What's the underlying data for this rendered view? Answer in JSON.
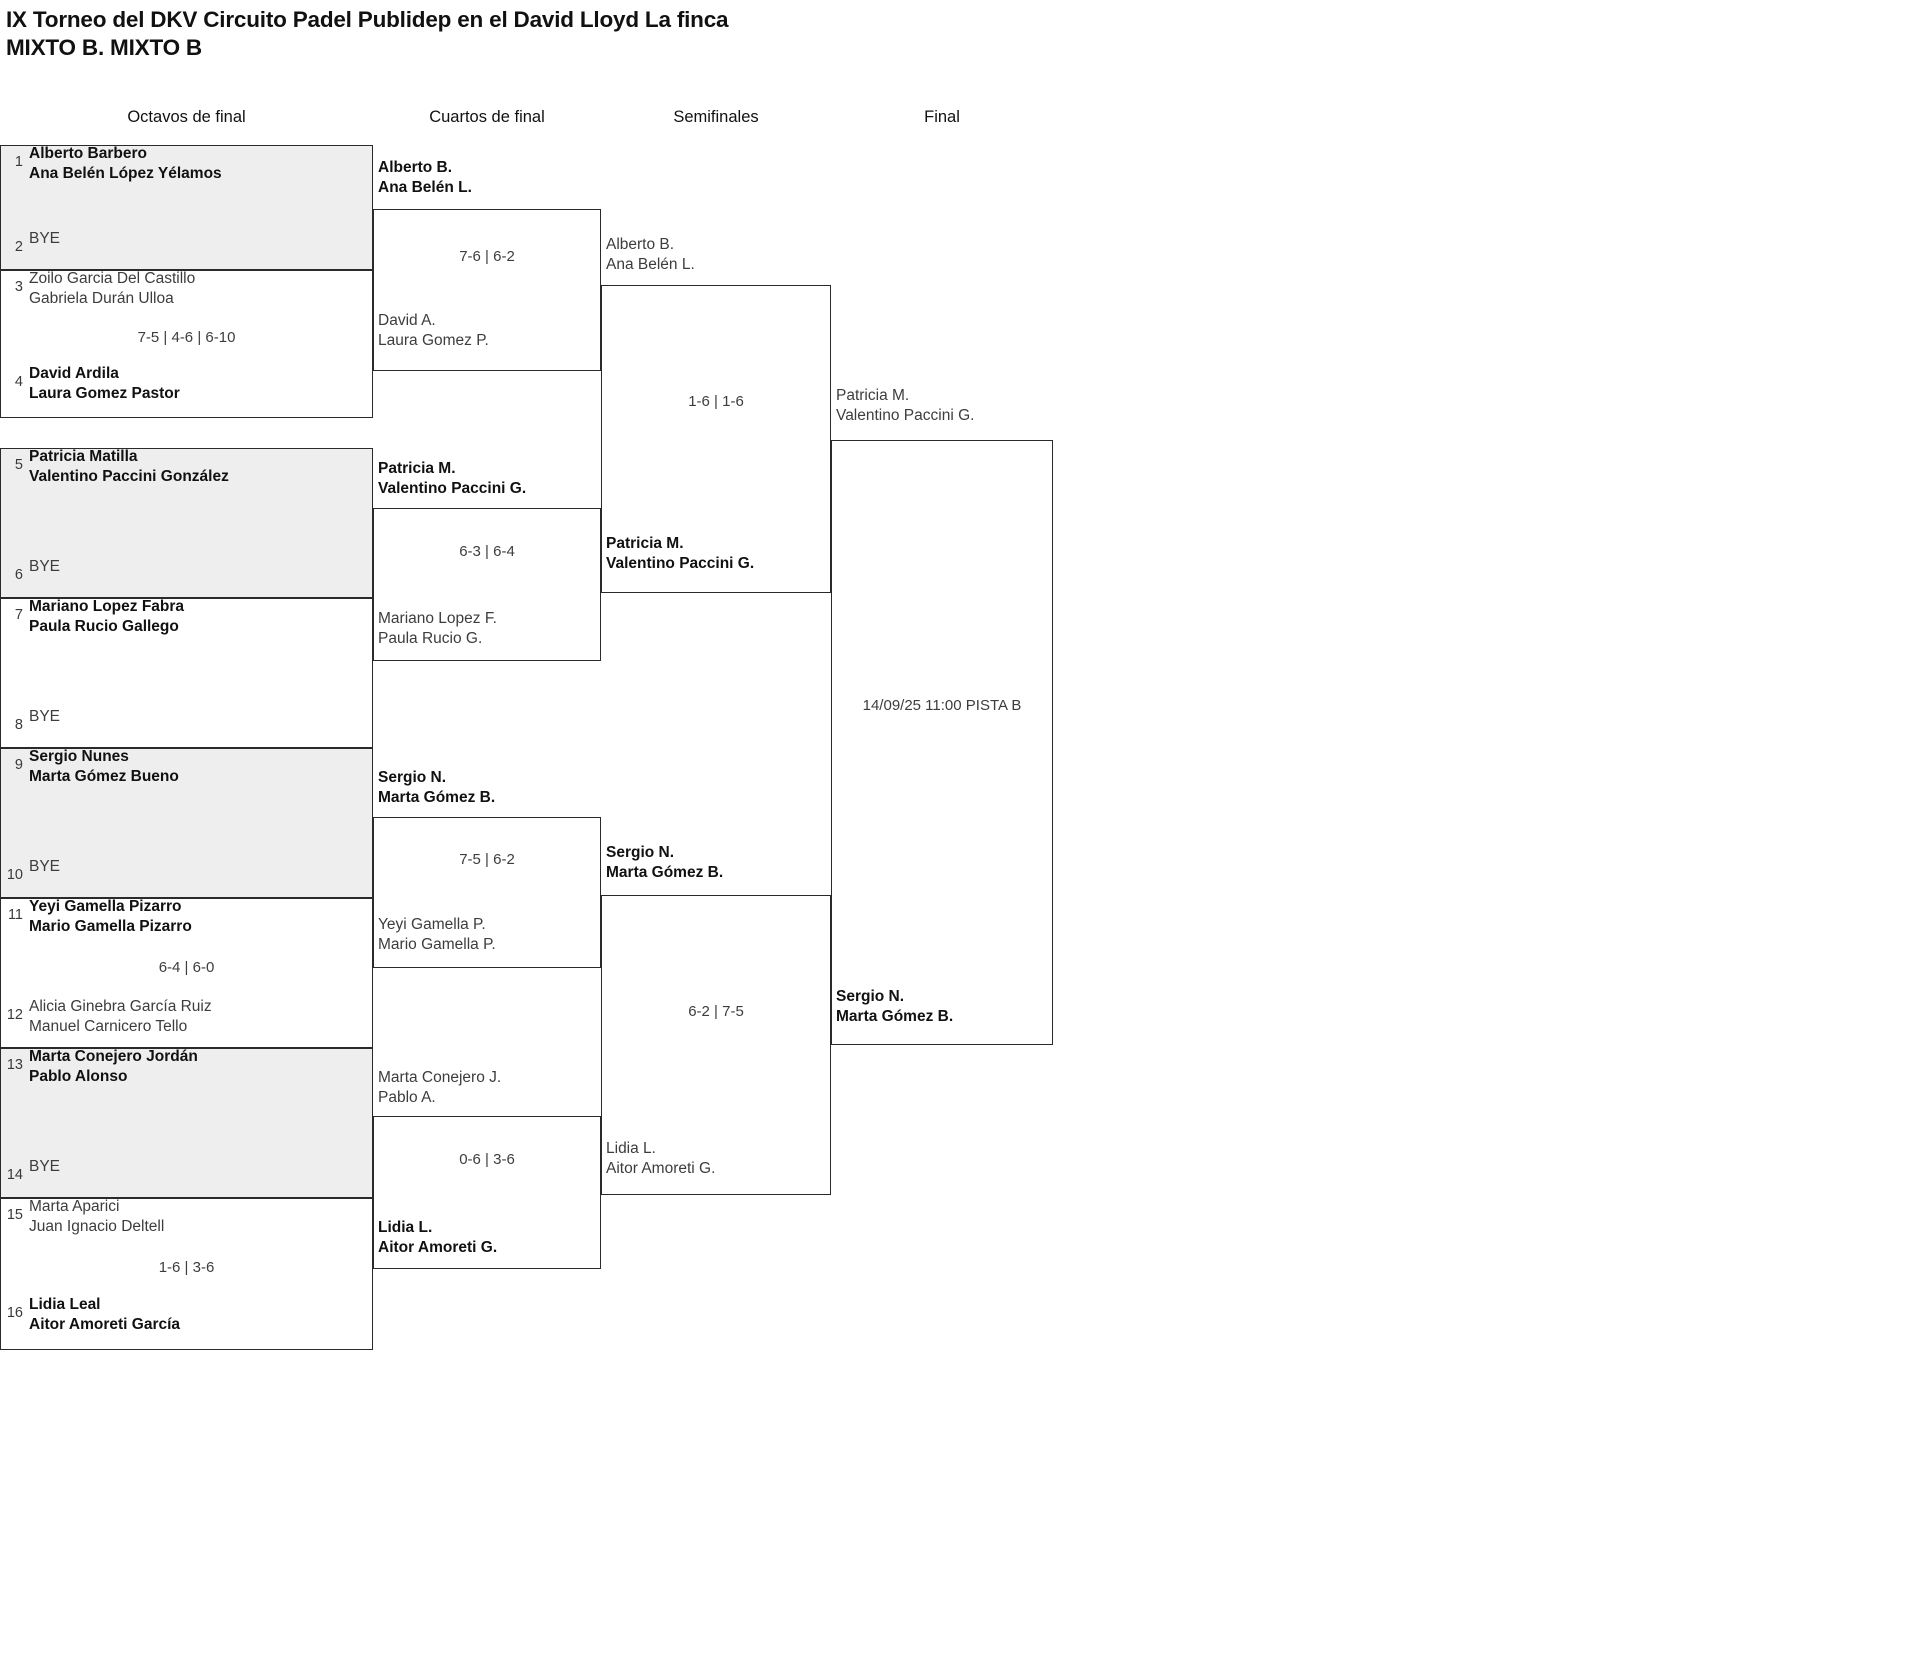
{
  "title": {
    "line1": "IX Torneo del DKV Circuito Padel Publidep en el David Lloyd La finca",
    "line2": "MIXTO B. MIXTO B"
  },
  "rounds": [
    {
      "label": "Octavos de final"
    },
    {
      "label": "Cuartos de final"
    },
    {
      "label": "Semifinales"
    },
    {
      "label": "Final"
    }
  ],
  "bracket_data": {
    "type": "single-elimination",
    "size": 16,
    "round1": {
      "name": "Octavos de final",
      "matches": [
        {
          "shaded": true,
          "top": {
            "seed": "1",
            "players": [
              "Alberto Barbero",
              "Ana Belén López Yélamos"
            ],
            "winner": true,
            "bye": false
          },
          "bottom": {
            "seed": "2",
            "players": [
              "BYE"
            ],
            "winner": false,
            "bye": true
          },
          "score": ""
        },
        {
          "shaded": false,
          "top": {
            "seed": "3",
            "players": [
              "Zoilo Garcia Del Castillo",
              "Gabriela Durán Ulloa"
            ],
            "winner": false,
            "bye": false
          },
          "bottom": {
            "seed": "4",
            "players": [
              "David Ardila",
              "Laura Gomez Pastor"
            ],
            "winner": true,
            "bye": false
          },
          "score": "7-5 | 4-6 | 6-10"
        },
        {
          "shaded": true,
          "top": {
            "seed": "5",
            "players": [
              "Patricia Matilla",
              "Valentino Paccini González"
            ],
            "winner": true,
            "bye": false
          },
          "bottom": {
            "seed": "6",
            "players": [
              "BYE"
            ],
            "winner": false,
            "bye": true
          },
          "score": ""
        },
        {
          "shaded": false,
          "top": {
            "seed": "7",
            "players": [
              "Mariano Lopez Fabra",
              "Paula Rucio Gallego"
            ],
            "winner": true,
            "bye": false
          },
          "bottom": {
            "seed": "8",
            "players": [
              "BYE"
            ],
            "winner": false,
            "bye": true
          },
          "score": ""
        },
        {
          "shaded": true,
          "top": {
            "seed": "9",
            "players": [
              "Sergio Nunes",
              "Marta Gómez Bueno"
            ],
            "winner": true,
            "bye": false
          },
          "bottom": {
            "seed": "10",
            "players": [
              "BYE"
            ],
            "winner": false,
            "bye": true
          },
          "score": ""
        },
        {
          "shaded": false,
          "top": {
            "seed": "11",
            "players": [
              "Yeyi Gamella Pizarro",
              "Mario Gamella Pizarro"
            ],
            "winner": true,
            "bye": false
          },
          "bottom": {
            "seed": "12",
            "players": [
              "Alicia Ginebra García Ruiz",
              "Manuel Carnicero Tello"
            ],
            "winner": false,
            "bye": false
          },
          "score": "6-4 | 6-0"
        },
        {
          "shaded": true,
          "top": {
            "seed": "13",
            "players": [
              "Marta Conejero Jordán",
              "Pablo Alonso"
            ],
            "winner": true,
            "bye": false
          },
          "bottom": {
            "seed": "14",
            "players": [
              "BYE"
            ],
            "winner": false,
            "bye": true
          },
          "score": ""
        },
        {
          "shaded": false,
          "top": {
            "seed": "15",
            "players": [
              "Marta Aparici",
              "Juan Ignacio Deltell"
            ],
            "winner": false,
            "bye": false
          },
          "bottom": {
            "seed": "16",
            "players": [
              "Lidia Leal",
              "Aitor Amoreti García"
            ],
            "winner": true,
            "bye": false
          },
          "score": "1-6 | 3-6"
        }
      ]
    },
    "round2": {
      "name": "Cuartos de final",
      "matches": [
        {
          "top": {
            "players": [
              "Alberto B.",
              "Ana Belén L."
            ],
            "winner": true
          },
          "bottom": {
            "players": [
              "David A.",
              "Laura Gomez P."
            ],
            "winner": false
          },
          "score": "7-6 | 6-2"
        },
        {
          "top": {
            "players": [
              "Patricia M.",
              "Valentino Paccini G."
            ],
            "winner": true
          },
          "bottom": {
            "players": [
              "Mariano Lopez F.",
              "Paula Rucio G."
            ],
            "winner": false
          },
          "score": "6-3 | 6-4"
        },
        {
          "top": {
            "players": [
              "Sergio N.",
              "Marta Gómez B."
            ],
            "winner": true
          },
          "bottom": {
            "players": [
              "Yeyi Gamella P.",
              "Mario Gamella P."
            ],
            "winner": false
          },
          "score": "7-5 | 6-2"
        },
        {
          "top": {
            "players": [
              "Marta Conejero J.",
              "Pablo A."
            ],
            "winner": false
          },
          "bottom": {
            "players": [
              "Lidia L.",
              "Aitor Amoreti G."
            ],
            "winner": true
          },
          "score": "0-6 | 3-6"
        }
      ]
    },
    "round3": {
      "name": "Semifinales",
      "matches": [
        {
          "top": {
            "players": [
              "Alberto B.",
              "Ana Belén L."
            ],
            "winner": false
          },
          "bottom": {
            "players": [
              "Patricia M.",
              "Valentino Paccini G."
            ],
            "winner": true
          },
          "score": "1-6 | 1-6"
        },
        {
          "top": {
            "players": [
              "Sergio N.",
              "Marta Gómez B."
            ],
            "winner": true
          },
          "bottom": {
            "players": [
              "Lidia L.",
              "Aitor Amoreti G."
            ],
            "winner": false
          },
          "score": "6-2 | 7-5"
        }
      ]
    },
    "round4": {
      "name": "Final",
      "matches": [
        {
          "top": {
            "players": [
              "Patricia M.",
              "Valentino Paccini G."
            ],
            "winner": false
          },
          "bottom": {
            "players": [
              "Sergio N.",
              "Marta Gómez B."
            ],
            "winner": true
          },
          "score": "14/09/25 11:00 PISTA B"
        }
      ]
    }
  }
}
